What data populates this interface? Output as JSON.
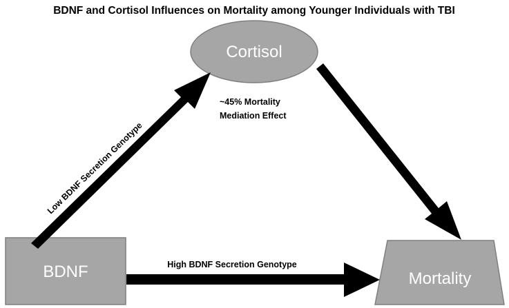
{
  "title": "BDNF and Cortisol Influences on Mortality among Younger Individuals with TBI",
  "nodes": {
    "cortisol": "Cortisol",
    "bdnf": "BDNF",
    "mortality": "Mortality"
  },
  "edges": {
    "low_bdnf": "Low BDNF Secretion Genotype",
    "high_bdnf": "High BDNF Secretion Genotype",
    "mediation_line1": "~45% Mortality",
    "mediation_line2": "Mediation Effect"
  },
  "colors": {
    "node_fill": "#a6a6a6",
    "node_stroke": "#7f7f7f",
    "arrow": "#000000",
    "label_text": "#ffffff"
  }
}
